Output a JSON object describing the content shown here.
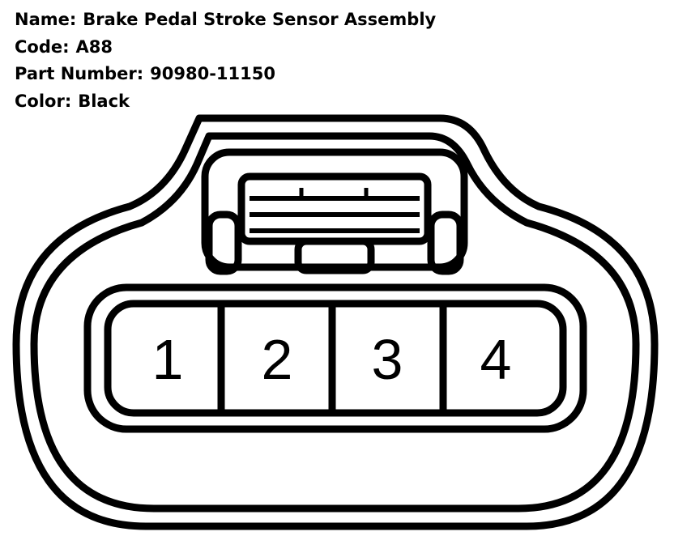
{
  "info": {
    "name_label": "Name:",
    "name_value": "Brake Pedal Stroke Sensor Assembly",
    "code_label": "Code:",
    "code_value": "A88",
    "part_label": "Part Number:",
    "part_value": "90980-11150",
    "color_label": "Color:",
    "color_value": "Black"
  },
  "connector": {
    "pins": [
      "1",
      "2",
      "3",
      "4"
    ],
    "stroke_color": "#000000",
    "fill_color": "#ffffff"
  }
}
